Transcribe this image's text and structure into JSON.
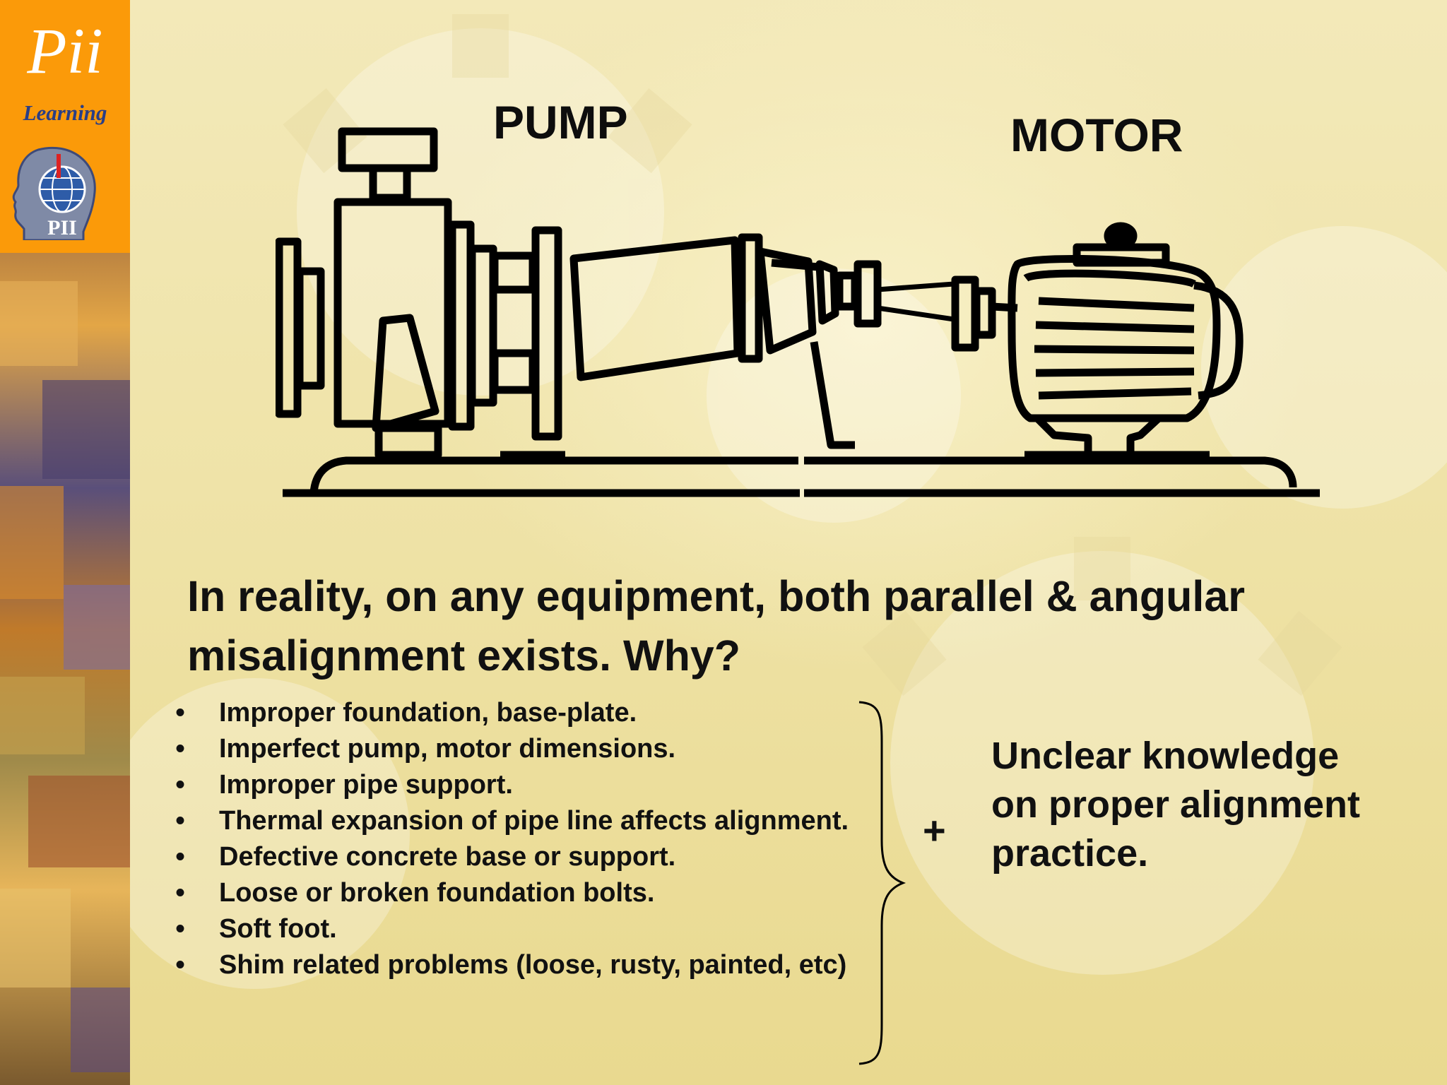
{
  "logo": {
    "name": "Pii",
    "tagline": "Learning",
    "emblem_text": "PII"
  },
  "labels": {
    "pump": "PUMP",
    "motor": "MOTOR"
  },
  "headline": "In reality, on any equipment, both parallel & angular misalignment exists. Why?",
  "bullet_char": "•",
  "causes": [
    "Improper foundation, base-plate.",
    "Imperfect pump, motor dimensions.",
    "Improper pipe support.",
    "Thermal expansion of pipe line affects alignment.",
    "Defective concrete base or support.",
    "Loose or broken foundation bolts.",
    "Soft foot.",
    "Shim related problems (loose, rusty, painted, etc)"
  ],
  "plus_sign": "+",
  "conclusion": "Unclear knowledge on proper alignment practice.",
  "colors": {
    "logo_orange": "#fb9a09",
    "logo_blue": "#2a3e86",
    "background": "#f3e9b9",
    "ink": "#111111"
  }
}
